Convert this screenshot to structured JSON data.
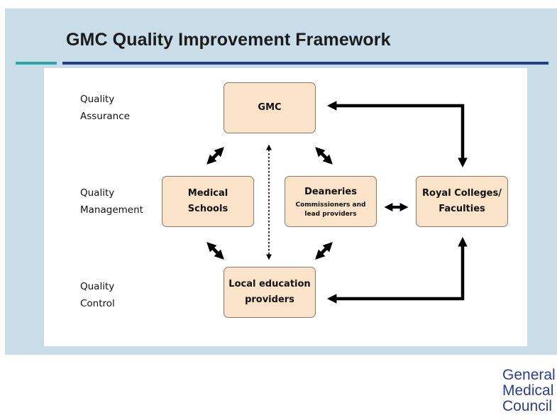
{
  "title": "GMC Quality Improvement Framework",
  "colors": {
    "slide_background": "#c8dde7",
    "box_fill": "#fbe3c9",
    "title_rule_teal": "#2ca8a8",
    "title_rule_blue": "#1f3f8e",
    "logo_text": "#2a3f8f"
  },
  "levels": {
    "assurance": "Quality\nAssurance",
    "management": "Quality\nManagement",
    "control": "Quality\nControl"
  },
  "nodes": {
    "gmc": "GMC",
    "medical_schools": "Medical\nSchools",
    "deaneries": "Deaneries",
    "deaneries_sub": "Commissioners and\nlead providers",
    "royal_colleges": "Royal Colleges/\nFaculties",
    "local_providers": "Local education\nproviders"
  },
  "logo": "General\nMedical\nCouncil"
}
